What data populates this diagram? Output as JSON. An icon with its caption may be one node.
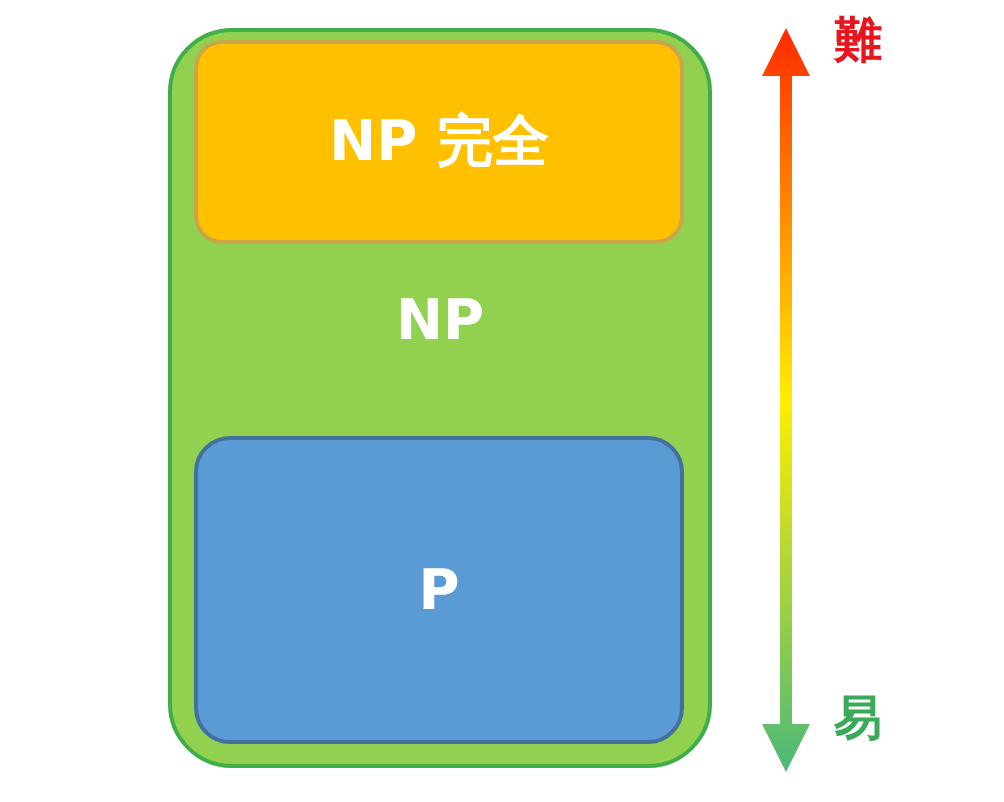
{
  "diagram": {
    "nodes": [
      {
        "text": [
          "NP"
        ]
      },
      {
        "text": [
          "NP 完全"
        ],
        "in": 0
      },
      {
        "text": [
          "P"
        ],
        "in": 0
      }
    ],
    "labels": [
      "難",
      "易"
    ]
  }
}
